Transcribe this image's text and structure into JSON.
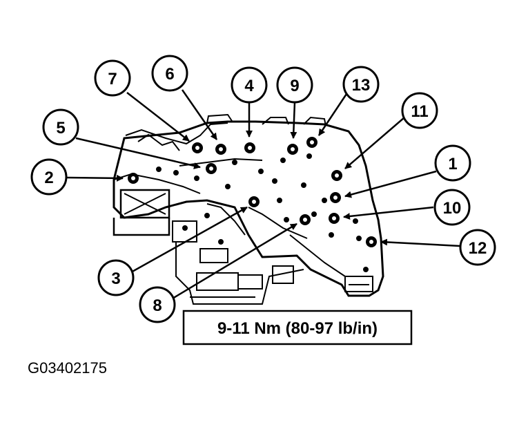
{
  "diagram": {
    "callouts": [
      {
        "number": "1"
      },
      {
        "number": "2"
      },
      {
        "number": "3"
      },
      {
        "number": "4"
      },
      {
        "number": "5"
      },
      {
        "number": "6"
      },
      {
        "number": "7"
      },
      {
        "number": "8"
      },
      {
        "number": "9"
      },
      {
        "number": "10"
      },
      {
        "number": "11"
      },
      {
        "number": "12"
      },
      {
        "number": "13"
      }
    ],
    "torque_spec": "9-11 Nm (80-97 lb/in)",
    "figure_id": "G03402175"
  },
  "colors": {
    "ink": "#000000",
    "paper": "#ffffff"
  }
}
